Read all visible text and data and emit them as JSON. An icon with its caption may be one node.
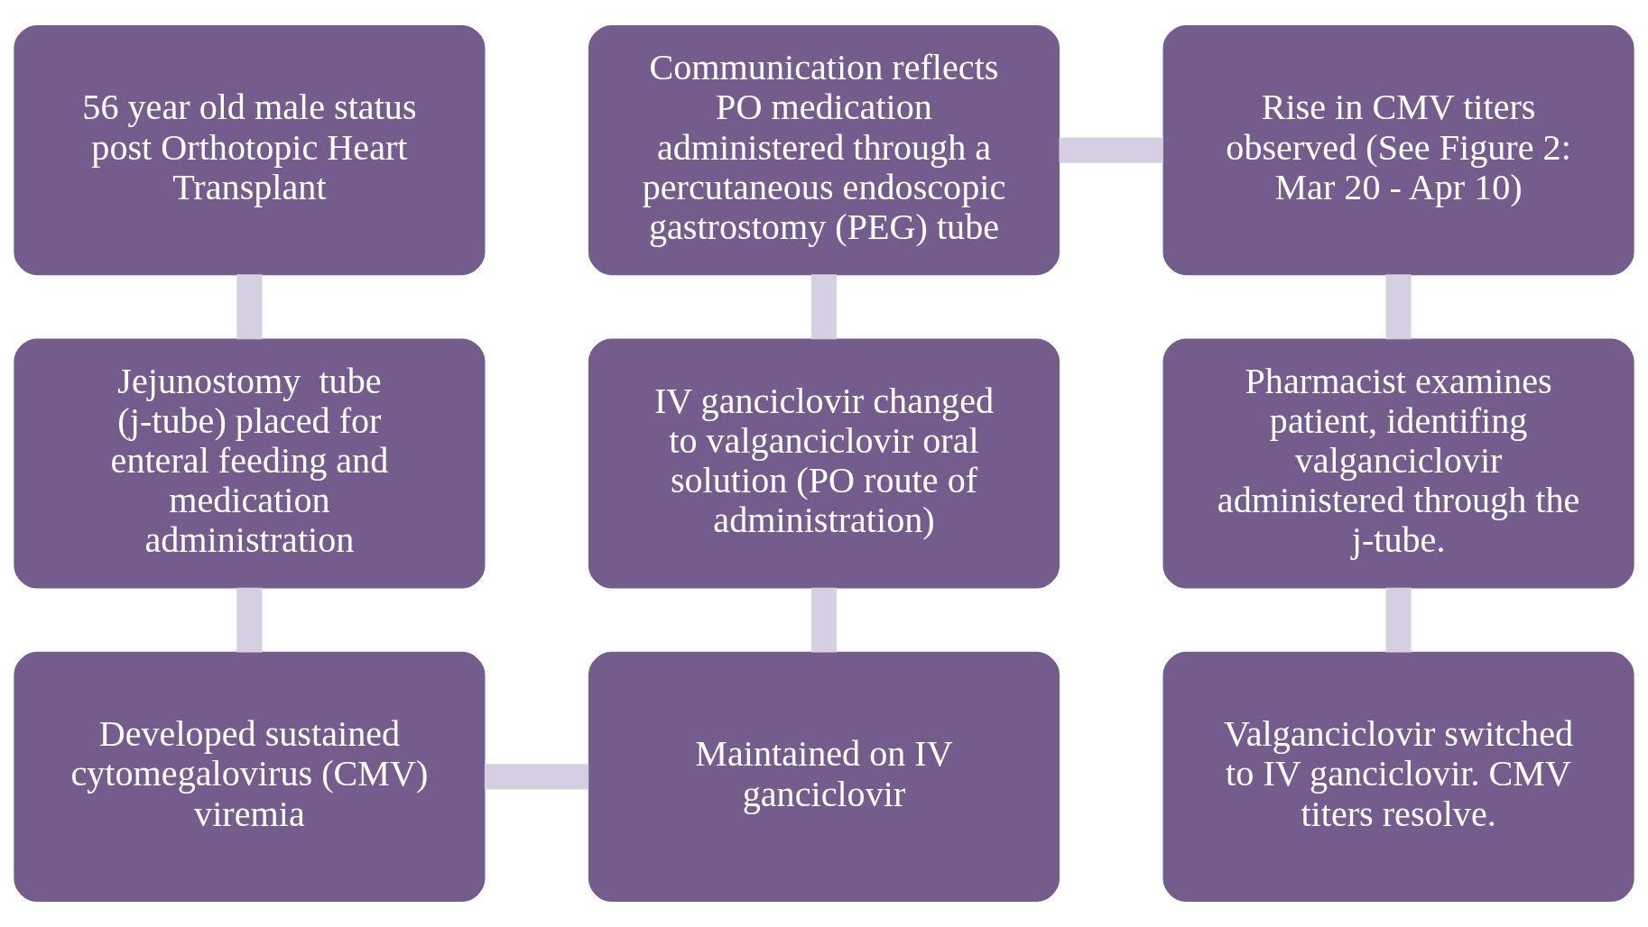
{
  "diagram": {
    "nodes": [
      {
        "text": [
          "56 year old male status post Orthotopic Heart Transplant"
        ]
      },
      {
        "text": [
          "Jejunostomy  tube (j-tube) placed for enteral feeding and medication administration"
        ]
      },
      {
        "text": [
          "Developed sustained cytomegalovirus (CMV) viremia"
        ]
      },
      {
        "text": [
          "Maintained on IV ganciclovir"
        ]
      },
      {
        "text": [
          "IV ganciclovir changed to valganciclovir oral solution (PO route of administration)"
        ]
      },
      {
        "text": [
          "Communication reflects PO medication administered through a percutaneous endoscopic gastrostomy (PEG) tube"
        ]
      },
      {
        "text": [
          "Rise in CMV titers observed (See Figure 2: Mar 20 - Apr 10)"
        ]
      },
      {
        "text": [
          "Pharmacist examines patient, identifing valganciclovir administered through the j-tube."
        ]
      },
      {
        "text": [
          "Valganciclovir switched to IV ganciclovir. CMV titers resolve."
        ]
      }
    ],
    "edges": [
      {
        "from": 0,
        "to": 1,
        "arrow": "none"
      },
      {
        "from": 1,
        "to": 2,
        "arrow": "none"
      },
      {
        "from": 2,
        "to": 3,
        "arrow": "none"
      },
      {
        "from": 3,
        "to": 4,
        "arrow": "none"
      },
      {
        "from": 4,
        "to": 5,
        "arrow": "none"
      },
      {
        "from": 5,
        "to": 6,
        "arrow": "none"
      },
      {
        "from": 6,
        "to": 7,
        "arrow": "none"
      },
      {
        "from": 7,
        "to": 8,
        "arrow": "none"
      }
    ]
  }
}
